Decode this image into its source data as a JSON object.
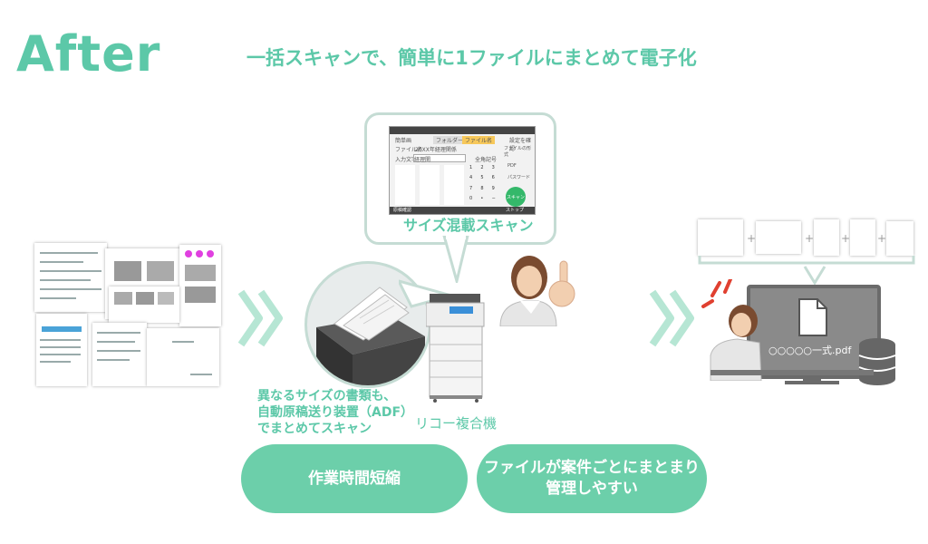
{
  "header": {
    "title": "After",
    "headline": "一括スキャンで、簡単に1ファイルにまとめて電子化"
  },
  "panel": {
    "caption": "サイズ混載スキャン",
    "top_left": "簡単画",
    "tab1": "フォルダー",
    "tab2": "ファイル名",
    "settings": "設定を確認",
    "row_label": "ファイル名",
    "row_value": "20XX年経理関係",
    "input_label": "入力文字",
    "input_value": "経理関",
    "btn_a": "全角",
    "btn_b": "記号",
    "keys": [
      "1",
      "2",
      "3",
      "4",
      "5",
      "6",
      "7",
      "8",
      "9",
      "0",
      "•",
      "−"
    ],
    "side_title": "ファイルの形式",
    "side_pdf": "PDF",
    "side_option": "パスワード",
    "start": "スキャン",
    "bottom_left": "原稿確認",
    "bottom_right": "ストップ"
  },
  "labels": {
    "adf_caption_1": "異なるサイズの書類も、",
    "adf_caption_2": "自動原稿送り装置（ADF）",
    "adf_caption_3": "でまとめてスキャン",
    "mfp": "リコー複合機",
    "filename": "○○○○○一式.pdf"
  },
  "benefits": {
    "one": "作業時間短縮",
    "two_line1": "ファイルが案件ごとにまとまり",
    "two_line2": "管理しやすい"
  },
  "colors": {
    "accent": "#5cc8a8",
    "pill": "#6ccfaa",
    "chevron": "#b6e6d4"
  }
}
